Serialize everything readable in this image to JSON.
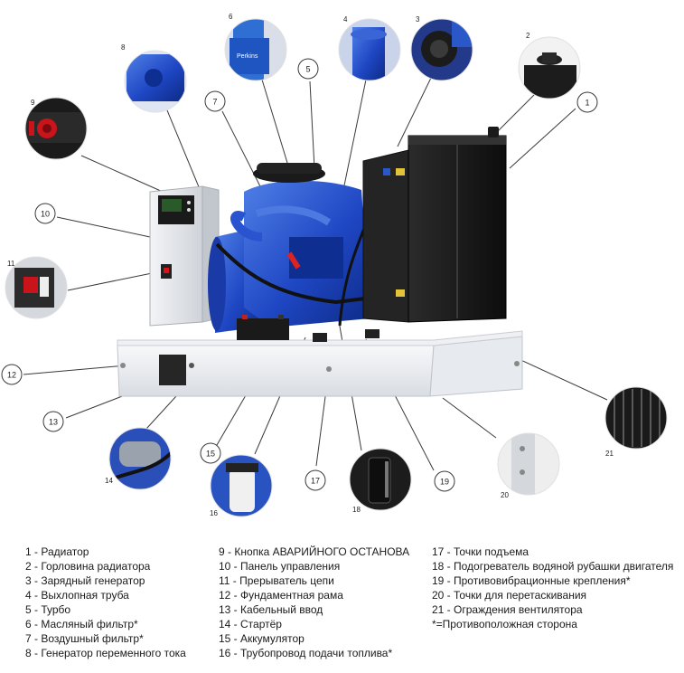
{
  "callouts": [
    {
      "id": "1",
      "num": "1"
    },
    {
      "id": "2",
      "num": "2"
    },
    {
      "id": "3",
      "num": "3"
    },
    {
      "id": "4",
      "num": "4"
    },
    {
      "id": "5",
      "num": "5"
    },
    {
      "id": "6",
      "num": "6"
    },
    {
      "id": "7",
      "num": "7"
    },
    {
      "id": "8",
      "num": "8"
    },
    {
      "id": "9",
      "num": "9"
    },
    {
      "id": "10",
      "num": "10"
    },
    {
      "id": "11",
      "num": "11"
    },
    {
      "id": "12",
      "num": "12"
    },
    {
      "id": "13",
      "num": "13"
    },
    {
      "id": "14",
      "num": "14"
    },
    {
      "id": "15",
      "num": "15"
    },
    {
      "id": "16",
      "num": "16"
    },
    {
      "id": "17",
      "num": "17"
    },
    {
      "id": "18",
      "num": "18"
    },
    {
      "id": "19",
      "num": "19"
    },
    {
      "id": "20",
      "num": "20"
    },
    {
      "id": "21",
      "num": "21"
    }
  ],
  "brand_text": "Perkins",
  "legend": {
    "col1": [
      "1 - Радиатор",
      "2 - Горловина радиатора",
      "3 - Зарядный генератор",
      "4 - Выхлопная труба",
      "5 - Турбо",
      "6 - Масляный фильтр*",
      "7 - Воздушный фильтр*",
      "8 - Генератор переменного тока"
    ],
    "col2": [
      "9 - Кнопка АВАРИЙНОГО ОСТАНОВА",
      "10 - Панель управления",
      "11 - Прерыватель цепи",
      "12 - Фундаментная рама",
      "13 - Кабельный ввод",
      "14 - Стартёр",
      "15 - Аккумулятор",
      "16 - Трубопровод подачи топлива*"
    ],
    "col3": [
      "17 - Точки подъема",
      "18 - Подогреватель водяной рубашки двигателя",
      "19 - Противовибрационные крепления*",
      "20 - Точки для перетаскивания",
      "21 - Ограждения вентилятора",
      "*=Противоположная сторона"
    ]
  }
}
